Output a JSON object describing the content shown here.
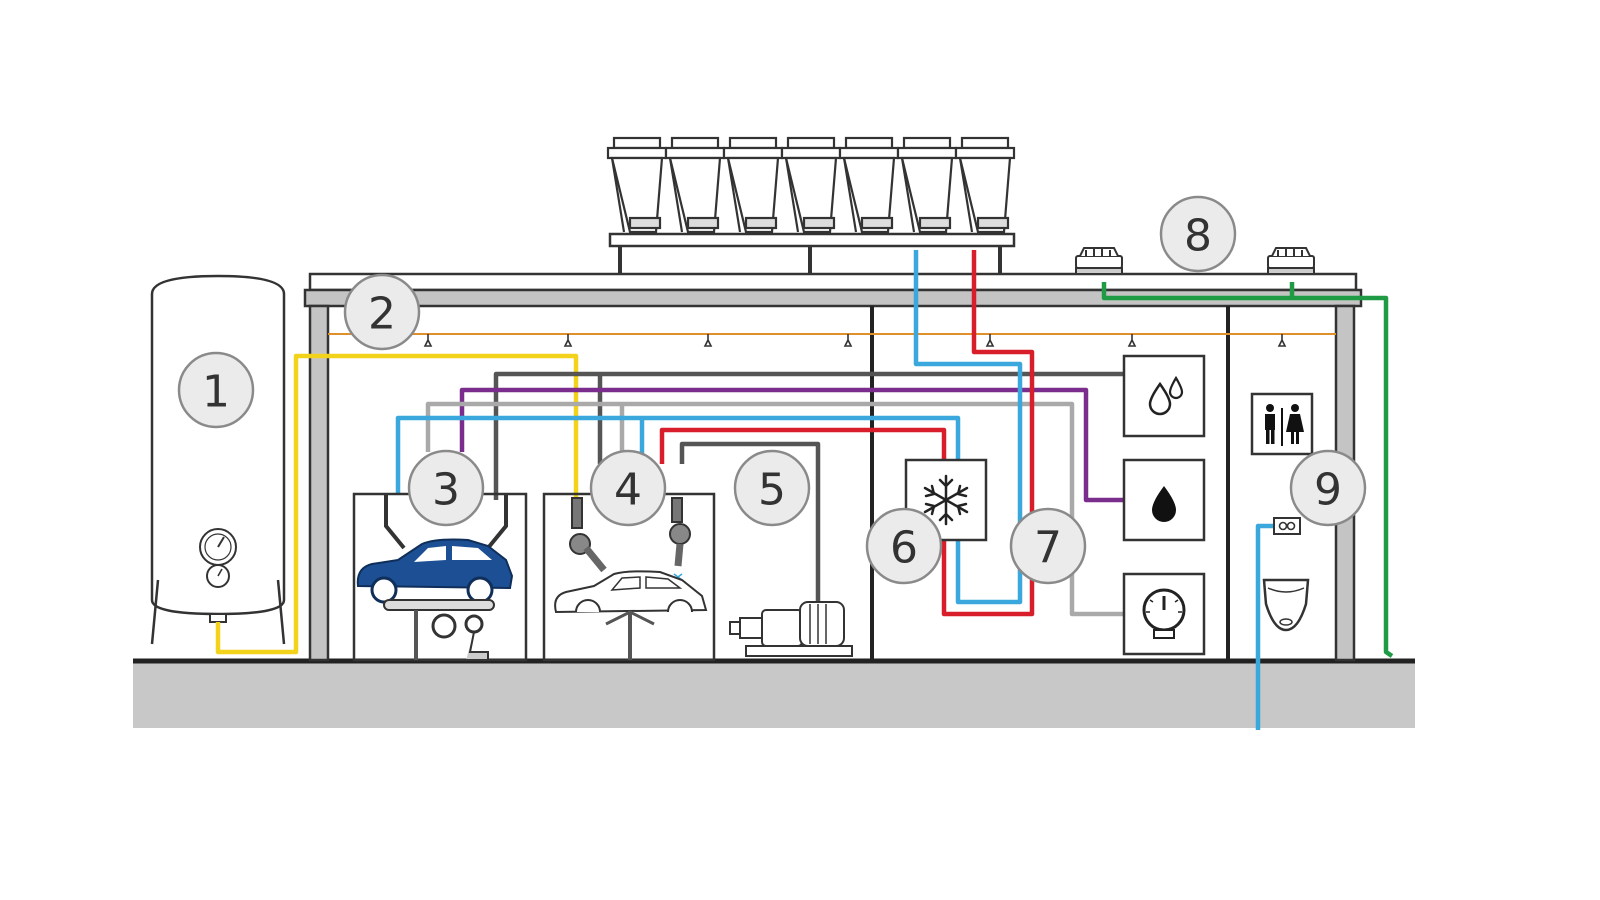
{
  "badges": [
    {
      "id": "1",
      "label": "1"
    },
    {
      "id": "2",
      "label": "2"
    },
    {
      "id": "3",
      "label": "3"
    },
    {
      "id": "4",
      "label": "4"
    },
    {
      "id": "5",
      "label": "5"
    },
    {
      "id": "6",
      "label": "6"
    },
    {
      "id": "7",
      "label": "7"
    },
    {
      "id": "8",
      "label": "8"
    },
    {
      "id": "9",
      "label": "9"
    }
  ],
  "pipe_colors": {
    "yellow": "#f2d21b",
    "blue": "#3aa8dc",
    "red": "#d81e2a",
    "purple": "#7b2d8e",
    "light_gray": "#a9a9a9",
    "dark_gray": "#555555",
    "green": "#1f9a45",
    "orange": "#e0902a"
  },
  "icons": {
    "tank": "pressure-tank-icon",
    "car_blue": "car-icon",
    "car_body": "car-body-icon",
    "spray_robot": "spray-robot-icon",
    "motor": "motor-icon",
    "cooling_unit": "snowflake-icon",
    "droplets": "droplets-icon",
    "droplet": "droplet-icon",
    "gauge": "gauge-icon",
    "restroom": "restroom-icon",
    "water_meter": "water-meter-icon",
    "urinal": "urinal-icon",
    "roof_fan": "roof-fan-icon",
    "cooling_tower": "cooling-tower-icon"
  }
}
